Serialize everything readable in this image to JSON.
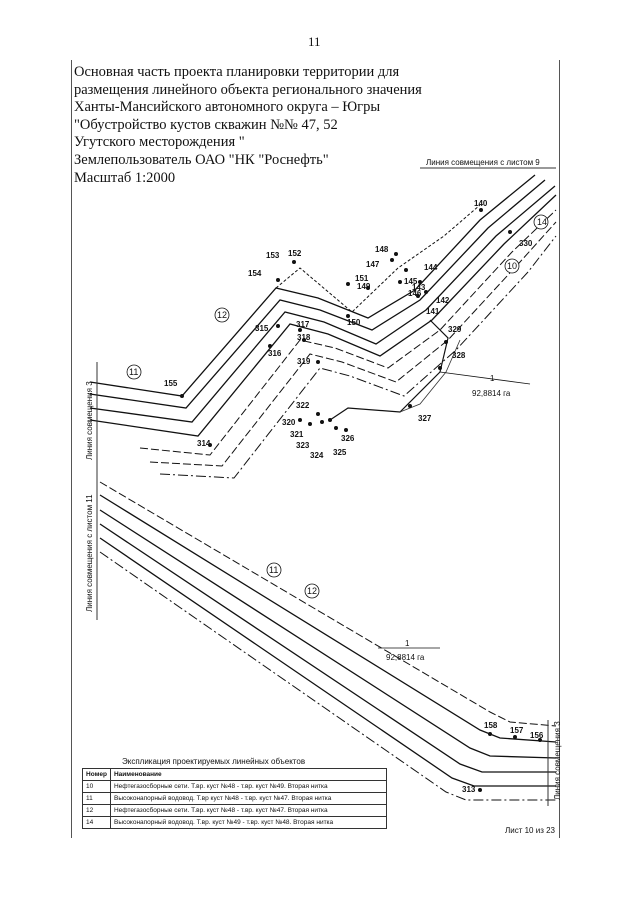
{
  "page_number": "11",
  "header_lines": [
    "Основная часть проекта планировки территории для",
    "размещения линейного объекта регионального значения",
    "Ханты-Мансийского автономного округа – Югры",
    "\"Обустройство кустов скважин №№ 47, 52",
    "Угутского месторождения \"",
    "Землепользователь ОАО \"НК \"Роснефть\"",
    "Масштаб 1:2000"
  ],
  "match_lines": {
    "top": "Линия совмещения с листом 9",
    "left_upper": "Линия совмещения 3",
    "left_lower": "Линия совмещения с листом 11",
    "right_lower": "Линия совмещения 3"
  },
  "points": {
    "p140": "140",
    "p141": "141",
    "p142": "142",
    "p143": "143",
    "p144": "144",
    "p145": "145",
    "p146": "146",
    "p147": "147",
    "p148": "148",
    "p149": "149",
    "p150": "150",
    "p151": "151",
    "p152": "152",
    "p153": "153",
    "p154": "154",
    "p155": "155",
    "p156": "156",
    "p157": "157",
    "p158": "158",
    "p313": "313",
    "p314": "314",
    "p315": "315",
    "p316": "316",
    "p317": "317",
    "p318": "318",
    "p319": "319",
    "p320": "320",
    "p321": "321",
    "p322": "322",
    "p323": "323",
    "p324": "324",
    "p325": "325",
    "p326": "326",
    "p327": "327",
    "p328": "328",
    "p329": "329",
    "p330": "330"
  },
  "circle_labels": {
    "c10": "10",
    "c11": "11",
    "c12": "12",
    "c14": "14"
  },
  "area_label": {
    "num": "1",
    "value": "92,8814 га"
  },
  "explication": {
    "title": "Экспликация проектируемых линейных объектов",
    "col_number": "Номер",
    "col_name": "Наименование",
    "rows": [
      {
        "num": "10",
        "name": "Нефтегазосборные сети. Т.вр. куст №48 - т.вр. куст №49. Вторая нитка"
      },
      {
        "num": "11",
        "name": "Высоконапорный водовод. Т.вр куст №48 - т.вр. куст №47. Вторая нитка"
      },
      {
        "num": "12",
        "name": "Нефтегазосборные сети. Т.вр. куст №48 - т.вр. куст №47. Вторая нитка"
      },
      {
        "num": "14",
        "name": "Высоконапорный водовод. Т.вр. куст №49 - т.вр. куст №48. Вторая нитка"
      }
    ]
  },
  "sheet_label": "Лист 10 из 23"
}
